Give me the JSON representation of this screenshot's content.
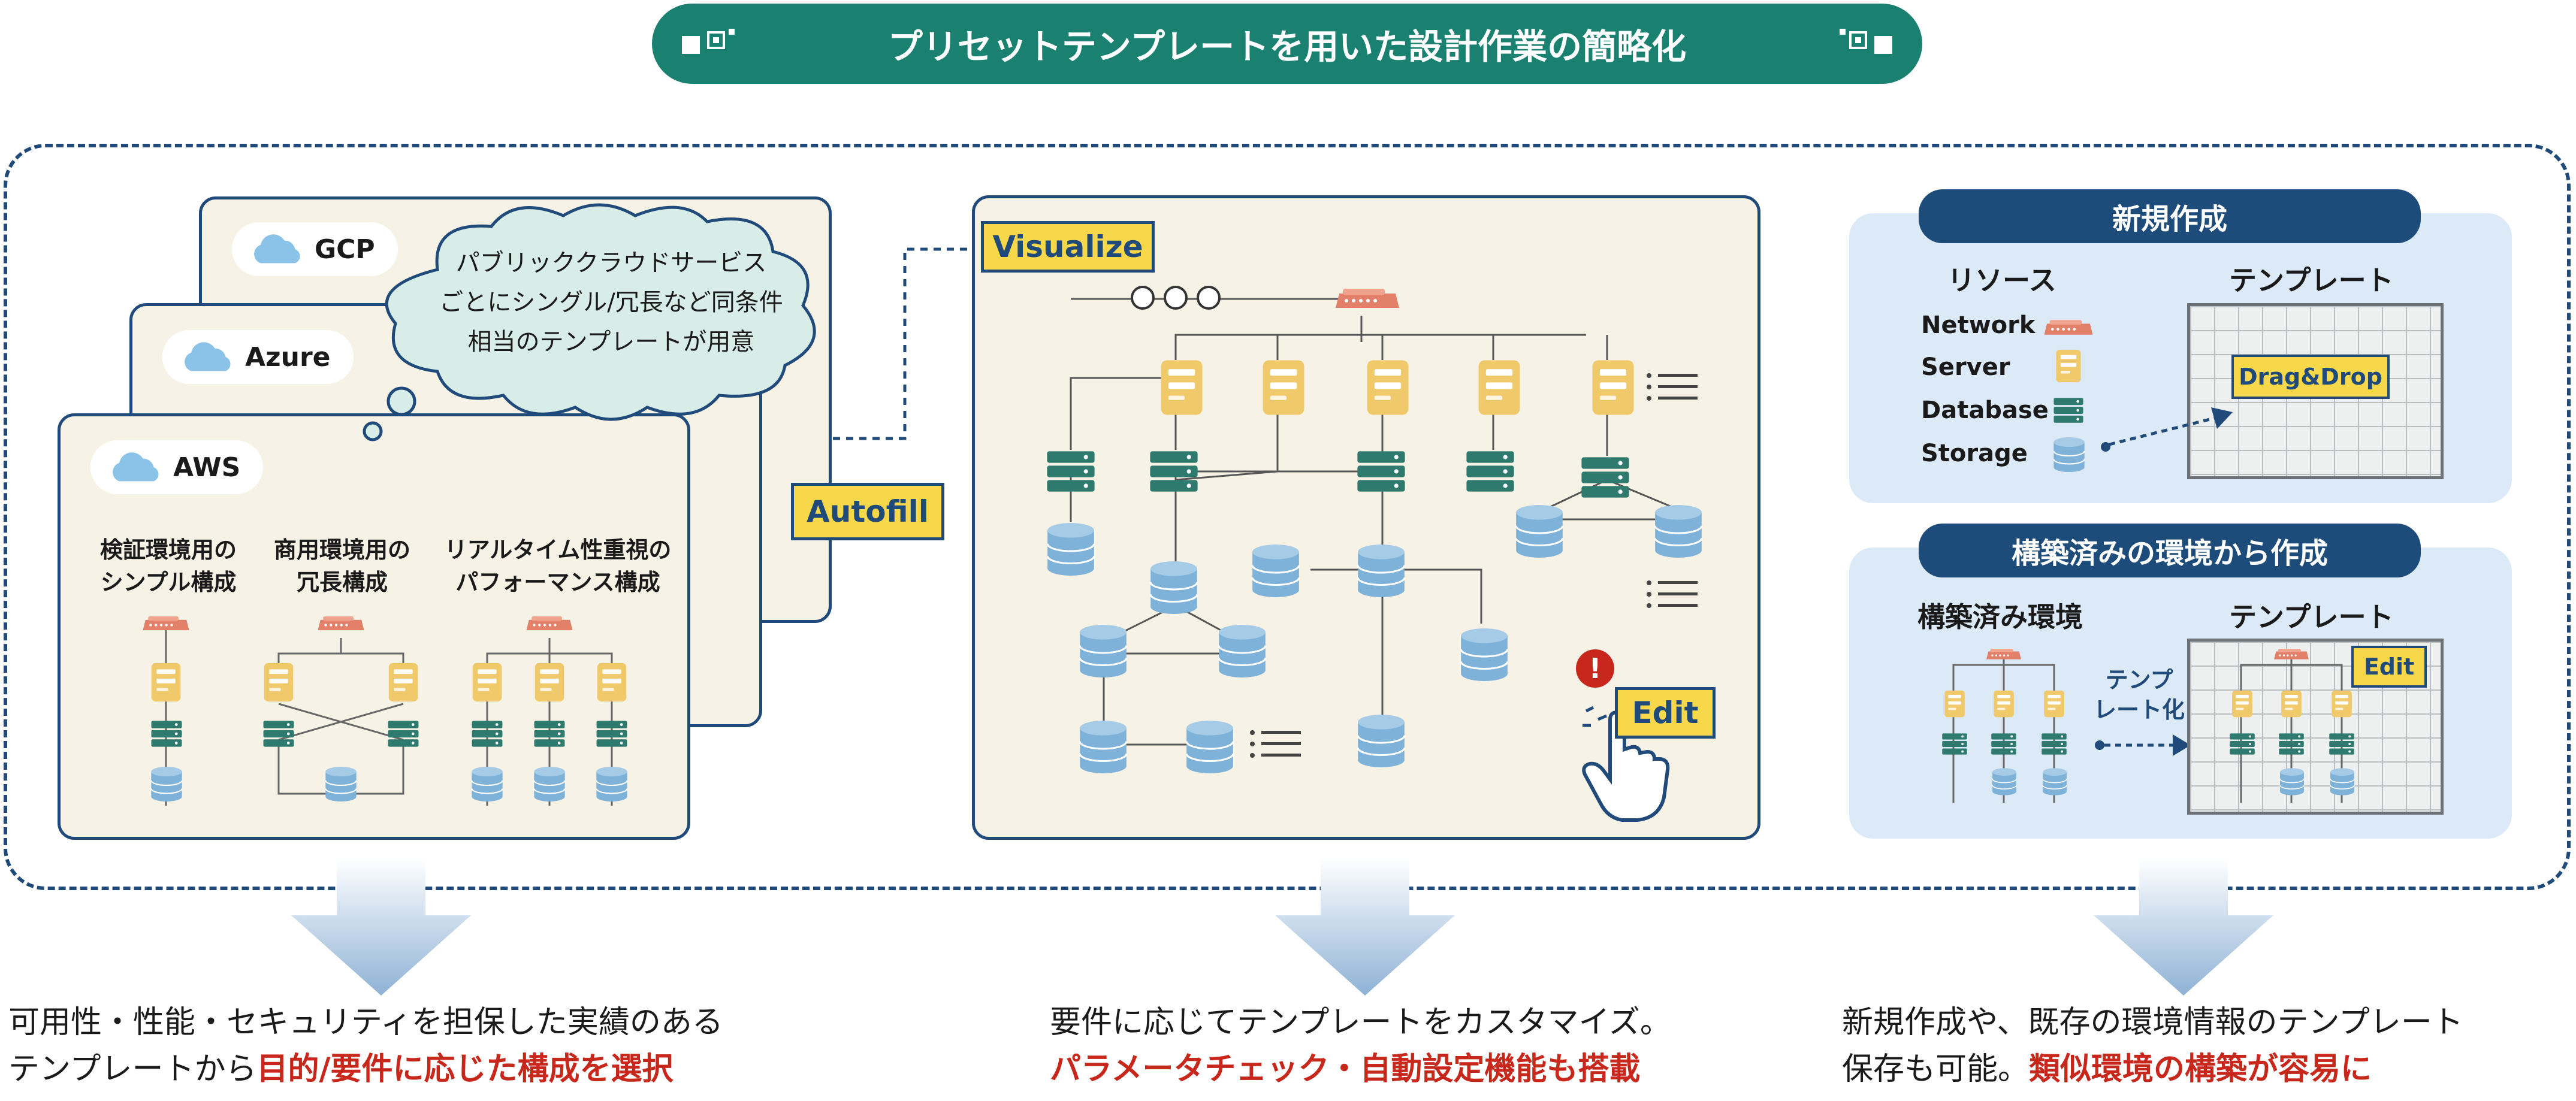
{
  "title": "プリセットテンプレートを用いた設計作業の簡略化",
  "left": {
    "clouds": [
      "GCP",
      "Azure",
      "AWS"
    ],
    "bubble": [
      "パブリッククラウドサービス",
      "ごとにシングル/冗長など同条件",
      "相当のテンプレートが用意"
    ],
    "configs": [
      {
        "line1": "検証環境用の",
        "line2": "シンプル構成"
      },
      {
        "line1": "商用環境用の",
        "line2": "冗長構成"
      },
      {
        "line1": "リアルタイム性重視の",
        "line2": "パフォーマンス構成"
      }
    ],
    "autofill": "Autofill"
  },
  "middle": {
    "visualize": "Visualize",
    "edit": "Edit",
    "alert": "!"
  },
  "right": {
    "new_title": "新規作成",
    "resource_heading": "リソース",
    "template_heading": "テンプレート",
    "resources": [
      "Network",
      "Server",
      "Database",
      "Storage"
    ],
    "dragdrop": "Drag&Drop",
    "built_title": "構築済みの環境から作成",
    "built_env_heading": "構築済み環境",
    "template_heading2": "テンプレート",
    "templatize": [
      "テンプ",
      "レート化"
    ],
    "edit": "Edit"
  },
  "bottom": {
    "left": {
      "line1": "可用性・性能・セキュリティを担保した実績のある",
      "line2_plain": "テンプレートから",
      "line2_red": "目的/要件に応じた構成を選択"
    },
    "middle": {
      "line1": "要件に応じてテンプレートをカスタマイズ。",
      "line2_red": "パラメータチェック・自動設定機能も搭載"
    },
    "right": {
      "line1": "新規作成や、既存の環境情報のテンプレート",
      "line2_plain": "保存も可能。",
      "line2_red": "類似環境の構築が容易に"
    }
  },
  "colors": {
    "teal": "#1a8170",
    "navy": "#1f4a7a",
    "server": "#f0c96b",
    "database": "#2f7a6e",
    "storage": "#7fb2d8",
    "router": "#e3806a",
    "red": "#c8281c"
  }
}
